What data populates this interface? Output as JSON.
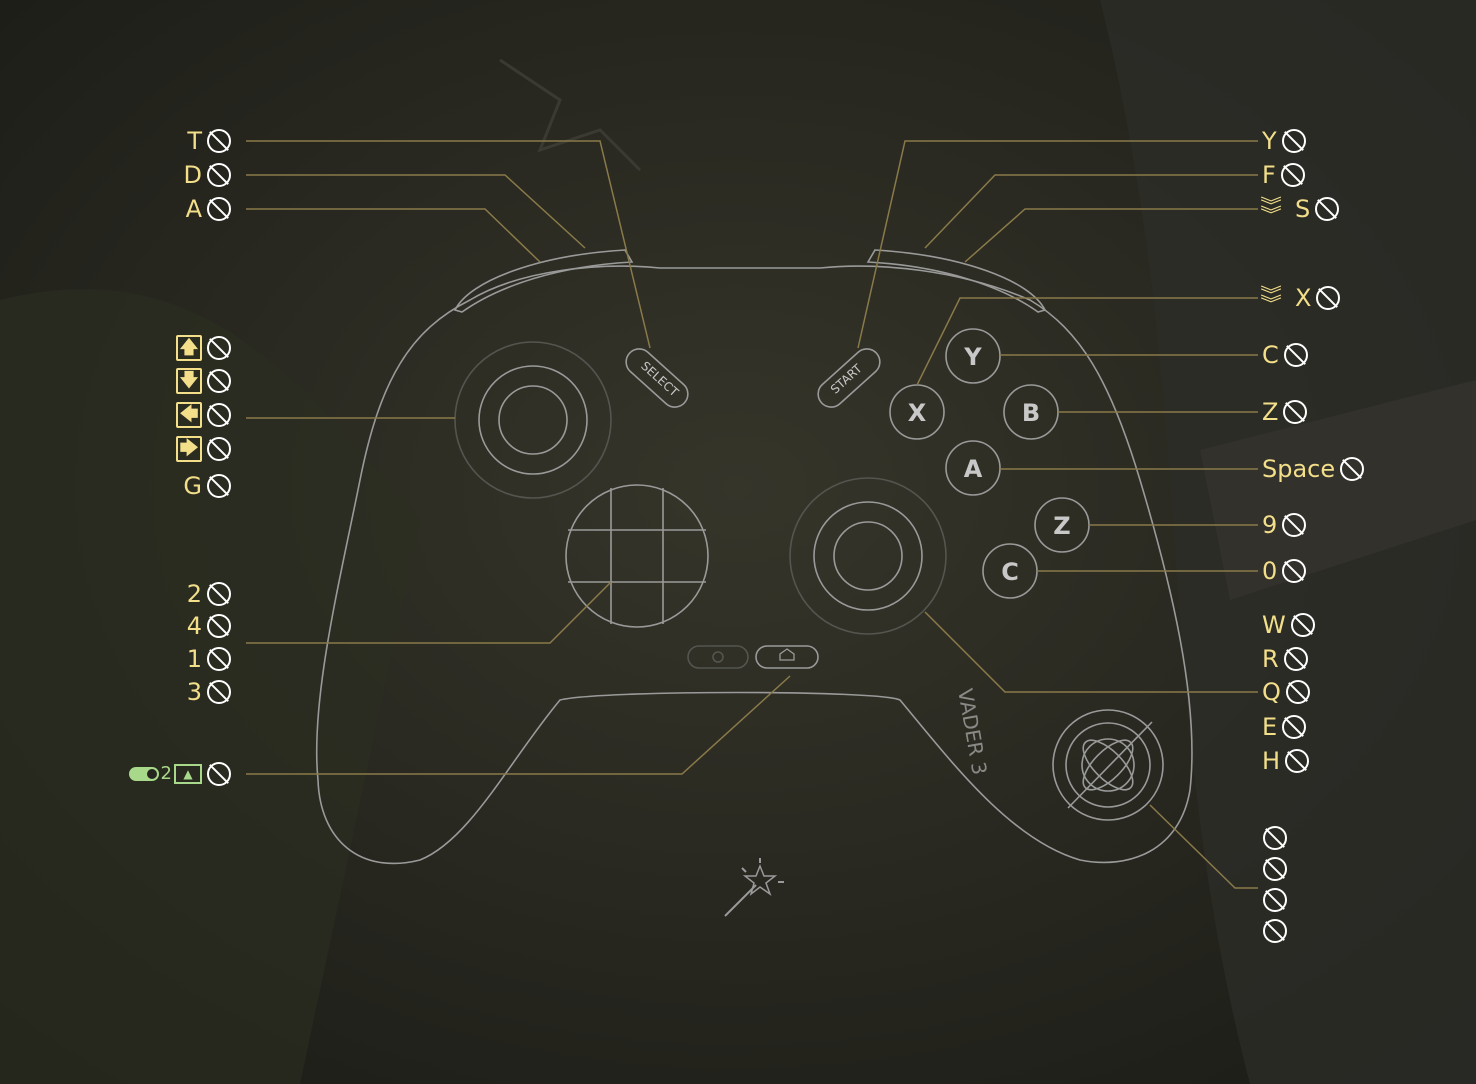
{
  "colors": {
    "accent": "#f3df8a",
    "icon": "#ffffff",
    "outline": "#9a9a9a",
    "leader": "#8a7a4a",
    "toggle": "#a8d889"
  },
  "controller": {
    "select_label": "SELECT",
    "start_label": "START",
    "face_buttons": {
      "y": "Y",
      "x": "X",
      "b": "B",
      "a": "A",
      "z": "Z",
      "c": "C"
    },
    "logo_text": "VADER 3"
  },
  "left": {
    "t": "T",
    "d": "D",
    "a": "A",
    "stick": [
      {
        "key": "up-arrow",
        "glyph": "🡅"
      },
      {
        "key": "down-arrow",
        "glyph": "🡇"
      },
      {
        "key": "left-arrow",
        "glyph": "🡄"
      },
      {
        "key": "right-arrow",
        "glyph": "🡆"
      }
    ],
    "g": "G",
    "dpad": [
      "2",
      "4",
      "1",
      "3"
    ],
    "toggle_mode": "2"
  },
  "right": {
    "y": "Y",
    "f": "F",
    "s": "S",
    "x": "X",
    "c": "C",
    "z": "Z",
    "space": "Space",
    "nine": "9",
    "zero": "0",
    "stick": [
      "W",
      "R",
      "Q",
      "E",
      "H"
    ],
    "gyro_count": 4
  },
  "icons": {
    "unbound": "ban-icon",
    "double_chevron": "double-chevron-down-icon",
    "magic": "magic-wand-icon",
    "home": "home-icon",
    "screenshot": "screenshot-icon"
  }
}
